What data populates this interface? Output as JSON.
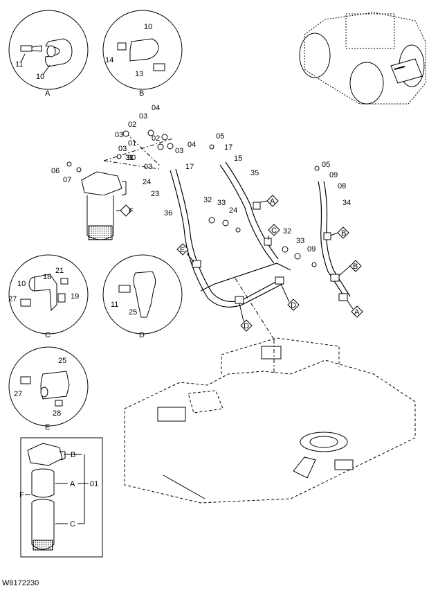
{
  "document_code": "W8172230",
  "detail_views": {
    "A": {
      "letter": "A",
      "parts": [
        "11",
        "10"
      ]
    },
    "B": {
      "letter": "B",
      "parts": [
        "10",
        "14",
        "13"
      ]
    },
    "C": {
      "letter": "C",
      "parts": [
        "10",
        "18",
        "21",
        "19",
        "27"
      ]
    },
    "D": {
      "letter": "D",
      "parts": [
        "11",
        "25"
      ]
    },
    "E": {
      "letter": "E",
      "parts": [
        "25",
        "27",
        "28"
      ]
    }
  },
  "filter_assembly": {
    "view_letter": "F",
    "components": [
      {
        "letter": "B"
      },
      {
        "letter": "A"
      },
      {
        "letter": "C"
      }
    ],
    "assembly_part": "01"
  },
  "part_labels": [
    "04",
    "03",
    "02",
    "03",
    "02",
    "03",
    "04",
    "01",
    "03",
    "30",
    "05",
    "17",
    "15",
    "35",
    "31",
    "06",
    "07",
    "03",
    "24",
    "17",
    "23",
    "36",
    "05",
    "09",
    "08",
    "34",
    "32",
    "33",
    "24",
    "32",
    "33",
    "09"
  ],
  "callouts": [
    "F",
    "A",
    "C",
    "B",
    "E",
    "B",
    "D",
    "D",
    "A"
  ]
}
